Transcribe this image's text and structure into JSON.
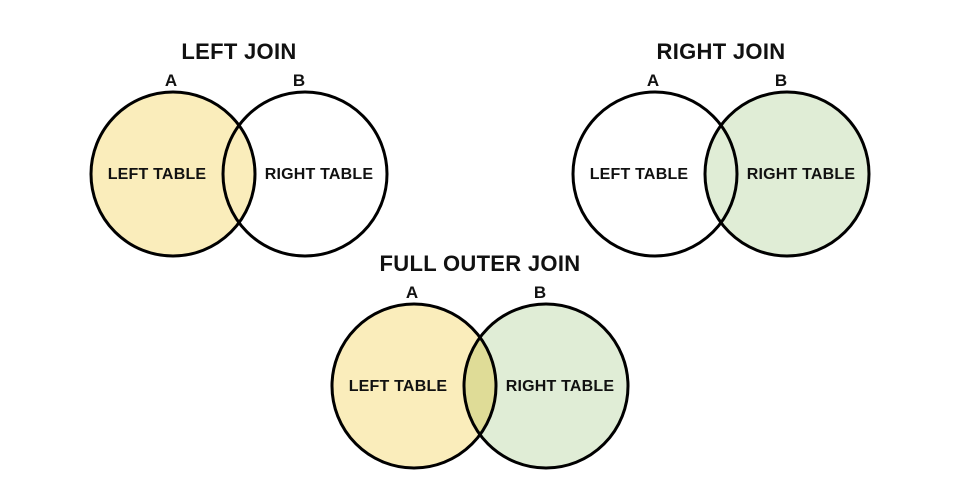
{
  "canvas": {
    "background": "#FFFFFF",
    "stroke_color": "#000000",
    "text_color": "#111111"
  },
  "diagrams": [
    {
      "title": "LEFT JOIN",
      "set_a_label": "A",
      "set_b_label": "B",
      "left_circle_text": "LEFT TABLE",
      "right_circle_text": "RIGHT TABLE",
      "a_fill": "#FAEDBB",
      "b_fill": "none",
      "overlap_fill": "#FAEDBB"
    },
    {
      "title": "RIGHT JOIN",
      "set_a_label": "A",
      "set_b_label": "B",
      "left_circle_text": "LEFT TABLE",
      "right_circle_text": "RIGHT TABLE",
      "a_fill": "none",
      "b_fill": "#E0EDD6",
      "overlap_fill": "#E0EDD6"
    },
    {
      "title": "FULL OUTER JOIN",
      "set_a_label": "A",
      "set_b_label": "B",
      "left_circle_text": "LEFT TABLE",
      "right_circle_text": "RIGHT TABLE",
      "a_fill": "#FAEDBB",
      "b_fill": "#E0EDD6",
      "overlap_fill": "#DFDC97"
    }
  ]
}
